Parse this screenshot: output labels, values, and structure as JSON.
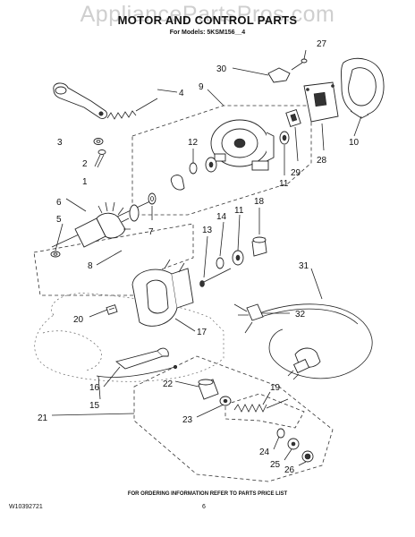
{
  "watermark": "AppliancePartsPros.com",
  "title": "MOTOR AND CONTROL PARTS",
  "subtitle": "For Models: 5KSM156__4",
  "ordering_note": "FOR ORDERING INFORMATION REFER TO PARTS PRICE LIST",
  "doc_number": "W10392721",
  "page_number": "6",
  "callouts": {
    "c1": "1",
    "c2": "2",
    "c3": "3",
    "c4": "4",
    "c5": "5",
    "c6": "6",
    "c7": "7",
    "c8": "8",
    "c9": "9",
    "c10": "10",
    "c11a": "11",
    "c11b": "11",
    "c12": "12",
    "c13": "13",
    "c14": "14",
    "c15": "15",
    "c16": "16",
    "c17": "17",
    "c18": "18",
    "c19": "19",
    "c20": "20",
    "c21": "21",
    "c22": "22",
    "c23": "23",
    "c24": "24",
    "c25": "25",
    "c26": "26",
    "c27": "27",
    "c28": "28",
    "c29": "29",
    "c30": "30",
    "c31": "31",
    "c32": "32"
  }
}
